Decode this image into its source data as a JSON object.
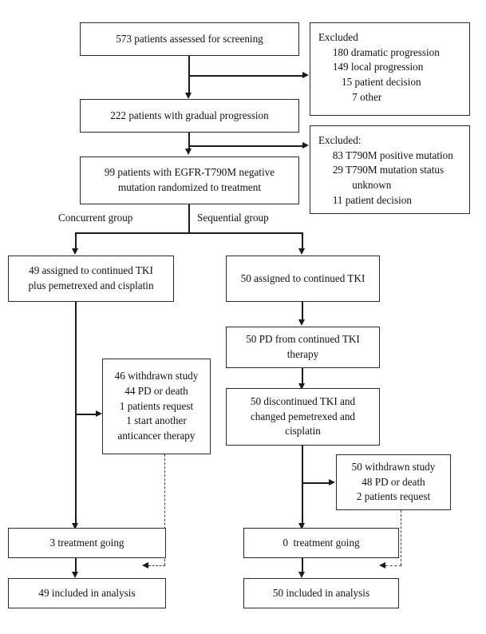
{
  "figure": {
    "type": "flowchart",
    "subject": "CONSORT-style patient enrollment and treatment flow diagram"
  },
  "nodes": {
    "screened": {
      "text": "573 patients assessed for screening"
    },
    "excluded_1": {
      "title": "Excluded",
      "items": [
        "180 dramatic progression",
        "149 local progression",
        "15 patient decision",
        "7 other"
      ]
    },
    "gradual": {
      "text": "222 patients with gradual progression"
    },
    "excluded_2": {
      "title": "Excluded:",
      "items": [
        "83 T790M positive mutation",
        "29 T790M mutation status",
        "unknown",
        "11 patient decision"
      ]
    },
    "randomized": {
      "line1": "99 patients with EGFR-T790M negative",
      "line2": "mutation randomized to treatment"
    },
    "group_label_left": "Concurrent group",
    "group_label_right": "Sequential group",
    "concurrent_assigned": {
      "line1": "49 assigned to continued TKI",
      "line2": "plus pemetrexed and cisplatin"
    },
    "sequential_assigned": {
      "line1": "50 assigned to continued TKI"
    },
    "concurrent_withdrawn": {
      "line1": "46 withdrawn study",
      "line2": "44 PD or death",
      "line3": "1 patients request",
      "line4": "1 start another",
      "line5": "anticancer therapy"
    },
    "sequential_pd": {
      "line1": "50 PD from continued TKI",
      "line2": "therapy"
    },
    "sequential_discontinued": {
      "line1": "50 discontinued TKI and",
      "line2": "changed pemetrexed and",
      "line3": "cisplatin"
    },
    "sequential_withdrawn": {
      "line1": "50 withdrawn study",
      "line2": "48 PD or death",
      "line3": "2 patients request"
    },
    "concurrent_ongoing": {
      "text": "3 treatment going"
    },
    "sequential_ongoing": {
      "text": "0  treatment going"
    },
    "concurrent_analysis": {
      "text": "49 included in analysis"
    },
    "sequential_analysis": {
      "text": "50 included in analysis"
    }
  },
  "colors": {
    "box_border": "#2b2b2b",
    "connector": "#1a1a1a",
    "dashed_connector": "#3a3a3a",
    "text": "#111111",
    "background": "#ffffff"
  }
}
